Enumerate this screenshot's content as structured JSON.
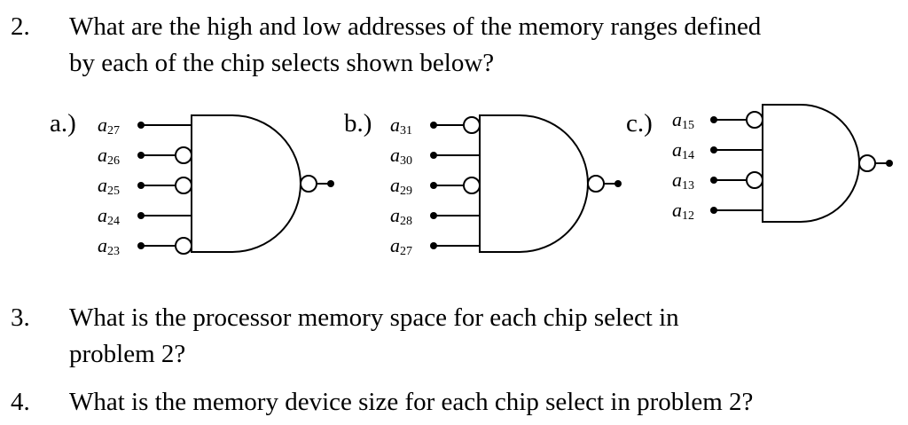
{
  "questions": [
    {
      "number": "2.",
      "lines": [
        "What are the high and low addresses of the memory ranges defined",
        "by each of the chip selects shown below?"
      ]
    },
    {
      "number": "3.",
      "lines": [
        "What is the processor memory space for each chip select in",
        "problem 2?"
      ]
    },
    {
      "number": "4.",
      "lines": [
        "What is the memory device size for each chip select in problem 2?"
      ]
    }
  ],
  "gates": [
    {
      "part_label": "a.)",
      "inputs": [
        {
          "letter": "a",
          "sub": "27",
          "inverted": false
        },
        {
          "letter": "a",
          "sub": "26",
          "inverted": true
        },
        {
          "letter": "a",
          "sub": "25",
          "inverted": true
        },
        {
          "letter": "a",
          "sub": "24",
          "inverted": false
        },
        {
          "letter": "a",
          "sub": "23",
          "inverted": true
        }
      ]
    },
    {
      "part_label": "b.)",
      "inputs": [
        {
          "letter": "a",
          "sub": "31",
          "inverted": true
        },
        {
          "letter": "a",
          "sub": "30",
          "inverted": false
        },
        {
          "letter": "a",
          "sub": "29",
          "inverted": true
        },
        {
          "letter": "a",
          "sub": "28",
          "inverted": false
        },
        {
          "letter": "a",
          "sub": "27",
          "inverted": false
        }
      ]
    },
    {
      "part_label": "c.)",
      "inputs": [
        {
          "letter": "a",
          "sub": "15",
          "inverted": true
        },
        {
          "letter": "a",
          "sub": "14",
          "inverted": false
        },
        {
          "letter": "a",
          "sub": "13",
          "inverted": true
        },
        {
          "letter": "a",
          "sub": "12",
          "inverted": false
        }
      ]
    }
  ]
}
